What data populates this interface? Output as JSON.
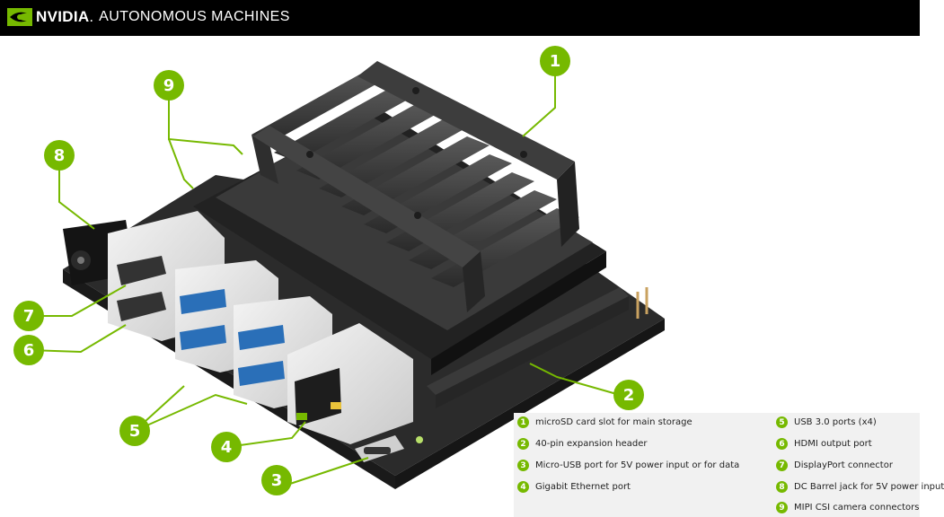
{
  "header": {
    "brand": "NVIDIA",
    "subtitle": "AUTONOMOUS MACHINES"
  },
  "colors": {
    "accent": "#76b900",
    "header_bg": "#000000",
    "legend_bg": "#f1f1f1"
  },
  "callouts": [
    "1",
    "2",
    "3",
    "4",
    "5",
    "6",
    "7",
    "8",
    "9"
  ],
  "legend": [
    {
      "num": "1",
      "text": "microSD card slot for main storage"
    },
    {
      "num": "2",
      "text": "40-pin expansion header"
    },
    {
      "num": "3",
      "text": "Micro-USB port for 5V power input or for data"
    },
    {
      "num": "4",
      "text": "Gigabit Ethernet port"
    },
    {
      "num": "5",
      "text": "USB 3.0 ports (x4)"
    },
    {
      "num": "6",
      "text": "HDMI output port"
    },
    {
      "num": "7",
      "text": "DisplayPort connector"
    },
    {
      "num": "8",
      "text": "DC Barrel jack for 5V power input"
    },
    {
      "num": "9",
      "text": "MIPI CSI camera connectors"
    }
  ]
}
